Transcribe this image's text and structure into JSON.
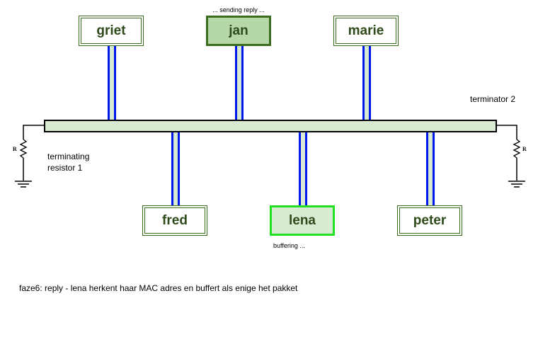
{
  "nodes_top": [
    {
      "name": "griet",
      "state": "idle",
      "status": ""
    },
    {
      "name": "jan",
      "state": "sending",
      "status": "... sending reply ..."
    },
    {
      "name": "marie",
      "state": "idle",
      "status": ""
    }
  ],
  "nodes_bottom": [
    {
      "name": "fred",
      "state": "idle",
      "status": ""
    },
    {
      "name": "lena",
      "state": "buffering",
      "status": "buffering ..."
    },
    {
      "name": "peter",
      "state": "idle",
      "status": ""
    }
  ],
  "terminators": {
    "left_label_line1": "terminating",
    "left_label_line2": "resistor 1",
    "right_label": "terminator 2",
    "resistor_symbol": "R"
  },
  "caption": "faze6: reply - lena herkent haar MAC adres en buffert als enige het pakket",
  "colors": {
    "bus_fill": "#d9ead3",
    "wire": "#0018f0",
    "sending_fill": "#b6d7a8",
    "buffering_border": "#22e022",
    "node_border": "#3a6e1e"
  }
}
